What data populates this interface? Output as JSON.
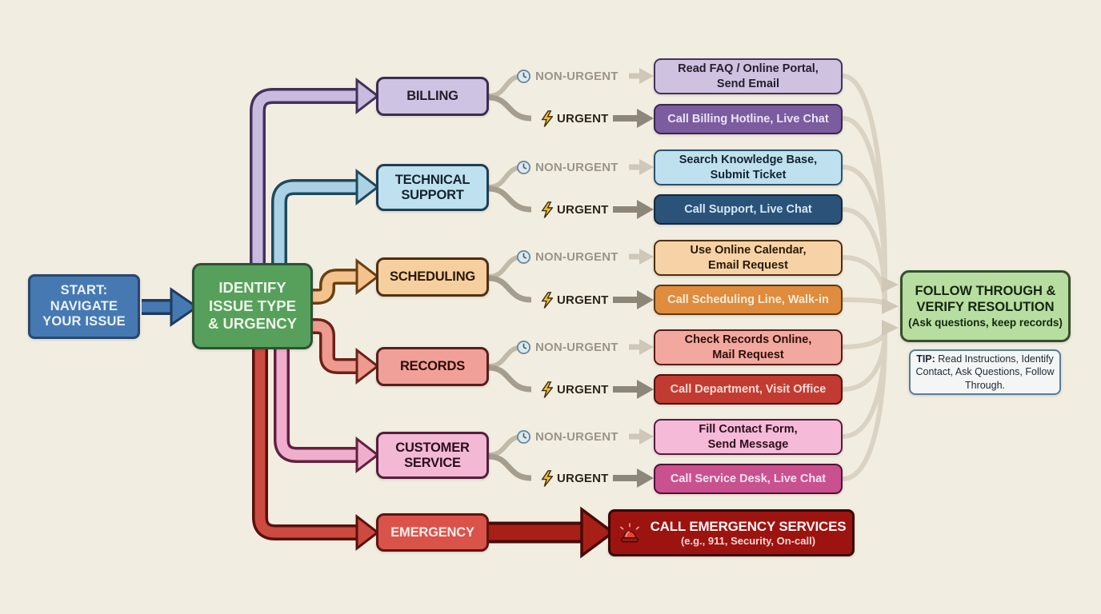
{
  "title": "Navigate Your Issue flowchart",
  "start": {
    "line1": "START:",
    "line2": "NAVIGATE",
    "line3": "YOUR ISSUE"
  },
  "identify": {
    "line1": "IDENTIFY",
    "line2": "ISSUE TYPE",
    "line3": "& URGENCY"
  },
  "branch_labels": {
    "non_urgent": "NON-URGENT",
    "urgent": "URGENT"
  },
  "categories": [
    {
      "label": "BILLING",
      "non_urgent_line1": "Read FAQ / Online Portal,",
      "non_urgent_line2": "Send Email",
      "urgent_text": "Call Billing Hotline, Live Chat"
    },
    {
      "label": "TECHNICAL SUPPORT",
      "non_urgent_line1": "Search Knowledge Base,",
      "non_urgent_line2": "Submit Ticket",
      "urgent_text": "Call Support, Live Chat"
    },
    {
      "label": "SCHEDULING",
      "non_urgent_line1": "Use Online Calendar,",
      "non_urgent_line2": "Email Request",
      "urgent_text": "Call Scheduling Line, Walk-in"
    },
    {
      "label": "RECORDS",
      "non_urgent_line1": "Check Records Online,",
      "non_urgent_line2": "Mail Request",
      "urgent_text": "Call Department, Visit Office"
    },
    {
      "label": "CUSTOMER SERVICE",
      "non_urgent_line1": "Fill Contact Form,",
      "non_urgent_line2": "Send Message",
      "urgent_text": "Call Service Desk, Live Chat"
    }
  ],
  "emergency": {
    "label": "EMERGENCY",
    "action_title": "CALL EMERGENCY SERVICES",
    "action_subtitle": "(e.g., 911, Security, On-call)"
  },
  "follow_through": {
    "title_line1": "FOLLOW THROUGH &",
    "title_line2": "VERIFY RESOLUTION",
    "subtitle": "(Ask questions, keep records)"
  },
  "tip": {
    "prefix": "TIP:",
    "text": " Read Instructions, Identify Contact, Ask Questions, Follow Through."
  },
  "icons": {
    "non_urgent": "clock-icon",
    "urgent": "lightning-icon",
    "emergency_action": "siren-icon"
  },
  "palette": {
    "background": "#f2ede1",
    "start_blue": "#4679b2",
    "identify_green": "#57a05c",
    "billing_light": "#cfc3e3",
    "billing_dark": "#7b5c9f",
    "tech_light": "#bfe1ef",
    "tech_dark": "#2b5379",
    "scheduling_light": "#f6cf9f",
    "scheduling_dark": "#df8c3e",
    "records_light": "#f0a099",
    "records_dark": "#c23b32",
    "service_light": "#f3b9d4",
    "service_dark": "#c9518f",
    "emergency_red": "#d9534a",
    "emergency_dark_red": "#9c1310",
    "follow_green": "#b8dda1",
    "tip_border_blue": "#567d9e",
    "bolt_yellow": "#f2c13d",
    "gray_line": "#c1baa9"
  }
}
